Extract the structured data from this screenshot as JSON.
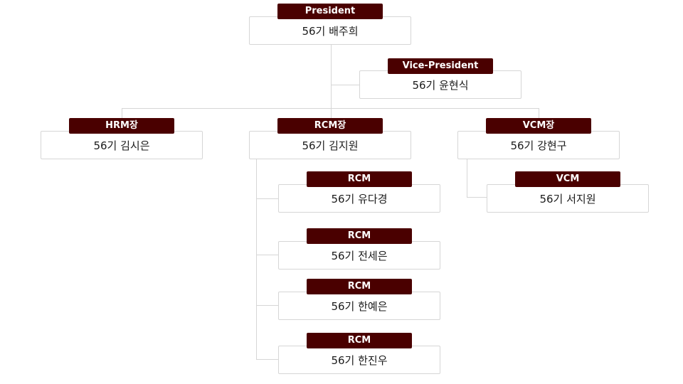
{
  "colors": {
    "tag_background": "#4a0000",
    "tag_text": "#ffffff",
    "box_border": "#d6d6d6",
    "connector": "#d6d6d6",
    "name_text": "#1b1b1b"
  },
  "president": {
    "role": "President",
    "name": "56기 배주희"
  },
  "vice_president": {
    "role": "Vice-President",
    "name": "56기 윤현식"
  },
  "hrm_lead": {
    "role": "HRM장",
    "name": "56기 김시은"
  },
  "rcm_lead": {
    "role": "RCM장",
    "name": "56기 김지원"
  },
  "vcm_lead": {
    "role": "VCM장",
    "name": "56기 강현구"
  },
  "rcm_members": [
    {
      "role": "RCM",
      "name": "56기 유다경"
    },
    {
      "role": "RCM",
      "name": "56기 전세은"
    },
    {
      "role": "RCM",
      "name": "56기 한예은"
    },
    {
      "role": "RCM",
      "name": "56기 한진우"
    }
  ],
  "vcm_members": [
    {
      "role": "VCM",
      "name": "56기 서지원"
    }
  ]
}
